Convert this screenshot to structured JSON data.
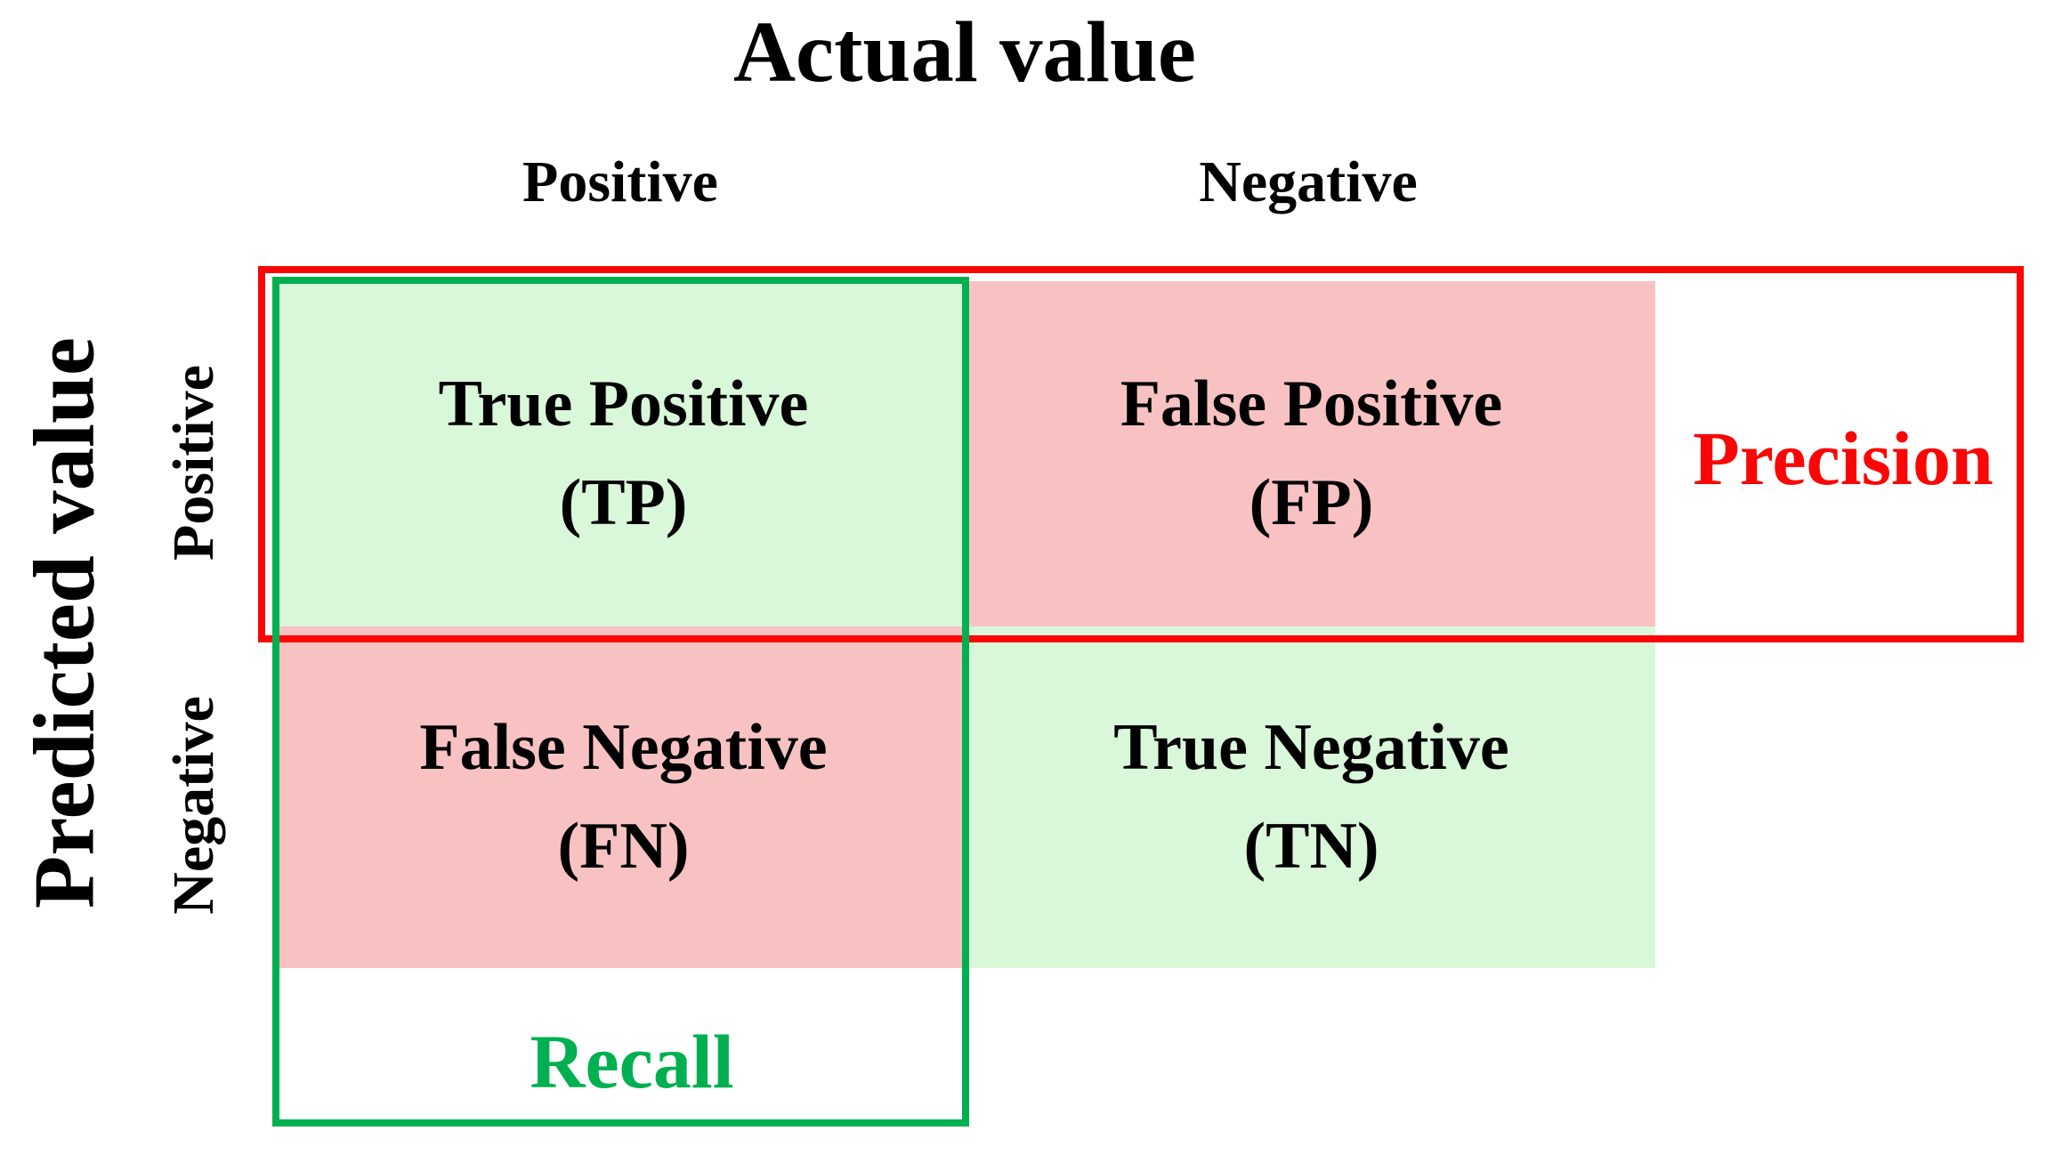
{
  "title": "Actual value",
  "actual_axis": {
    "positive": "Positive",
    "negative": "Negative"
  },
  "predicted_axis": {
    "label": "Predicted value",
    "positive": "Positive",
    "negative": "Negative"
  },
  "matrix": {
    "cells": [
      {
        "key": "true-positive",
        "label": "True Positive",
        "abbr": "(TP)",
        "tone": "green"
      },
      {
        "key": "false-positive",
        "label": "False Positive",
        "abbr": "(FP)",
        "tone": "pink"
      },
      {
        "key": "false-negative",
        "label": "False Negative",
        "abbr": "(FN)",
        "tone": "pink"
      },
      {
        "key": "true-negative",
        "label": "True Negative",
        "abbr": "(TN)",
        "tone": "green"
      }
    ]
  },
  "metrics": {
    "precision_label": "Precision",
    "recall_label": "Recall"
  },
  "colors": {
    "cell_green": "#d9f7d9",
    "cell_pink": "#f9c2c2",
    "accent_red": "#fb0606",
    "accent_green": "#00b050",
    "text_black": "#000000"
  }
}
